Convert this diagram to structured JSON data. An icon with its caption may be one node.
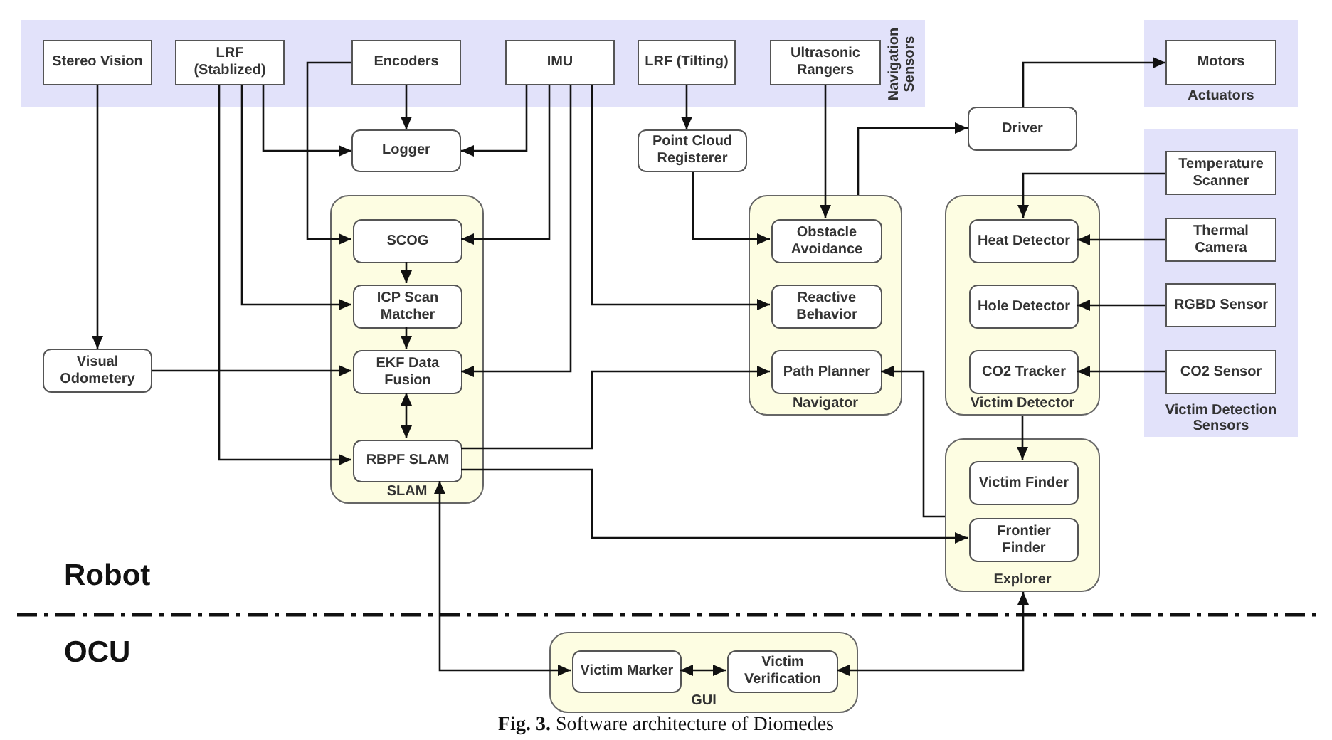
{
  "diagram": {
    "caption": "**Fig. 3.** Software architecture of Diomedes",
    "nodes": [
      {
        "text": [
          "Navigation Sensors"
        ]
      },
      {
        "text": [
          "Stereo Vision"
        ],
        "in": 0
      },
      {
        "text": [
          "LRF (Stablized)"
        ],
        "in": 0
      },
      {
        "text": [
          "Encoders"
        ],
        "in": 0
      },
      {
        "text": [
          "IMU"
        ],
        "in": 0
      },
      {
        "text": [
          "LRF (Tilting)"
        ],
        "in": 0
      },
      {
        "text": [
          "Ultrasonic Rangers"
        ],
        "in": 0
      },
      {
        "text": [
          "Actuators"
        ]
      },
      {
        "text": [
          "Motors"
        ],
        "in": 7
      },
      {
        "text": [
          "Victim Detection Sensors"
        ]
      },
      {
        "text": [
          "Temperature Scanner"
        ],
        "in": 9
      },
      {
        "text": [
          "Thermal Camera"
        ],
        "in": 9
      },
      {
        "text": [
          "RGBD Sensor"
        ],
        "in": 9
      },
      {
        "text": [
          "CO2 Sensor"
        ],
        "in": 9
      },
      {
        "text": [
          "Logger"
        ]
      },
      {
        "text": [
          "Point Cloud Registerer"
        ]
      },
      {
        "text": [
          "Driver"
        ]
      },
      {
        "text": [
          "Visual Odometery"
        ]
      },
      {
        "text": [
          "SLAM"
        ]
      },
      {
        "text": [
          "SCOG"
        ],
        "in": 18
      },
      {
        "text": [
          "ICP Scan Matcher"
        ],
        "in": 18
      },
      {
        "text": [
          "EKF Data Fusion"
        ],
        "in": 18
      },
      {
        "text": [
          "RBPF SLAM"
        ],
        "in": 18
      },
      {
        "text": [
          "Navigator"
        ]
      },
      {
        "text": [
          "Obstacle Avoidance"
        ],
        "in": 23
      },
      {
        "text": [
          "Reactive Behavior"
        ],
        "in": 23
      },
      {
        "text": [
          "Path Planner"
        ],
        "in": 23
      },
      {
        "text": [
          "Victim Detector"
        ]
      },
      {
        "text": [
          "Heat Detector"
        ],
        "in": 27
      },
      {
        "text": [
          "Hole Detector"
        ],
        "in": 27
      },
      {
        "text": [
          "CO2 Tracker"
        ],
        "in": 27
      },
      {
        "text": [
          "Explorer"
        ]
      },
      {
        "text": [
          "Victim Finder"
        ],
        "in": 31
      },
      {
        "text": [
          "Frontier Finder"
        ],
        "in": 31
      },
      {
        "text": [
          "GUI"
        ]
      },
      {
        "text": [
          "Victim Marker"
        ],
        "in": 34
      },
      {
        "text": [
          "Victim Verification"
        ],
        "in": 34
      }
    ],
    "edges": [
      {
        "from": 1,
        "to": 17,
        "arrow": "to"
      },
      {
        "from": 2,
        "to": 14,
        "arrow": "to"
      },
      {
        "from": 2,
        "to": 20,
        "arrow": "to"
      },
      {
        "from": 2,
        "to": 22,
        "arrow": "to"
      },
      {
        "from": 3,
        "to": 14,
        "arrow": "to"
      },
      {
        "from": 3,
        "to": 19,
        "arrow": "to"
      },
      {
        "from": 4,
        "to": 14,
        "arrow": "to"
      },
      {
        "from": 4,
        "to": 19,
        "arrow": "to"
      },
      {
        "from": 4,
        "to": 21,
        "arrow": "to"
      },
      {
        "from": 4,
        "to": 25,
        "arrow": "to"
      },
      {
        "from": 17,
        "to": 21,
        "arrow": "to"
      },
      {
        "from": 19,
        "to": 20,
        "arrow": "to"
      },
      {
        "from": 20,
        "to": 21,
        "arrow": "to"
      },
      {
        "from": 21,
        "to": 22,
        "arrow": "both"
      },
      {
        "from": 22,
        "to": 26,
        "arrow": "to"
      },
      {
        "from": 22,
        "to": 33,
        "arrow": "to"
      },
      {
        "from": 5,
        "to": 15,
        "arrow": "to"
      },
      {
        "from": 15,
        "to": 24,
        "arrow": "to"
      },
      {
        "from": 6,
        "to": 24,
        "arrow": "to"
      },
      {
        "from": 23,
        "to": 16,
        "arrow": "to"
      },
      {
        "from": 16,
        "to": 8,
        "arrow": "to"
      },
      {
        "from": 10,
        "to": 28,
        "arrow": "to"
      },
      {
        "from": 11,
        "to": 28,
        "arrow": "to"
      },
      {
        "from": 12,
        "to": 29,
        "arrow": "to"
      },
      {
        "from": 13,
        "to": 30,
        "arrow": "to"
      },
      {
        "from": 27,
        "to": 32,
        "arrow": "to"
      },
      {
        "from": 31,
        "to": 26,
        "arrow": "to"
      },
      {
        "from": 22,
        "to": 35,
        "arrow": "both"
      },
      {
        "from": 35,
        "to": 36,
        "arrow": "both"
      },
      {
        "from": 36,
        "to": 31,
        "arrow": "both"
      }
    ],
    "labels": [
      "Robot",
      "OCU"
    ]
  }
}
